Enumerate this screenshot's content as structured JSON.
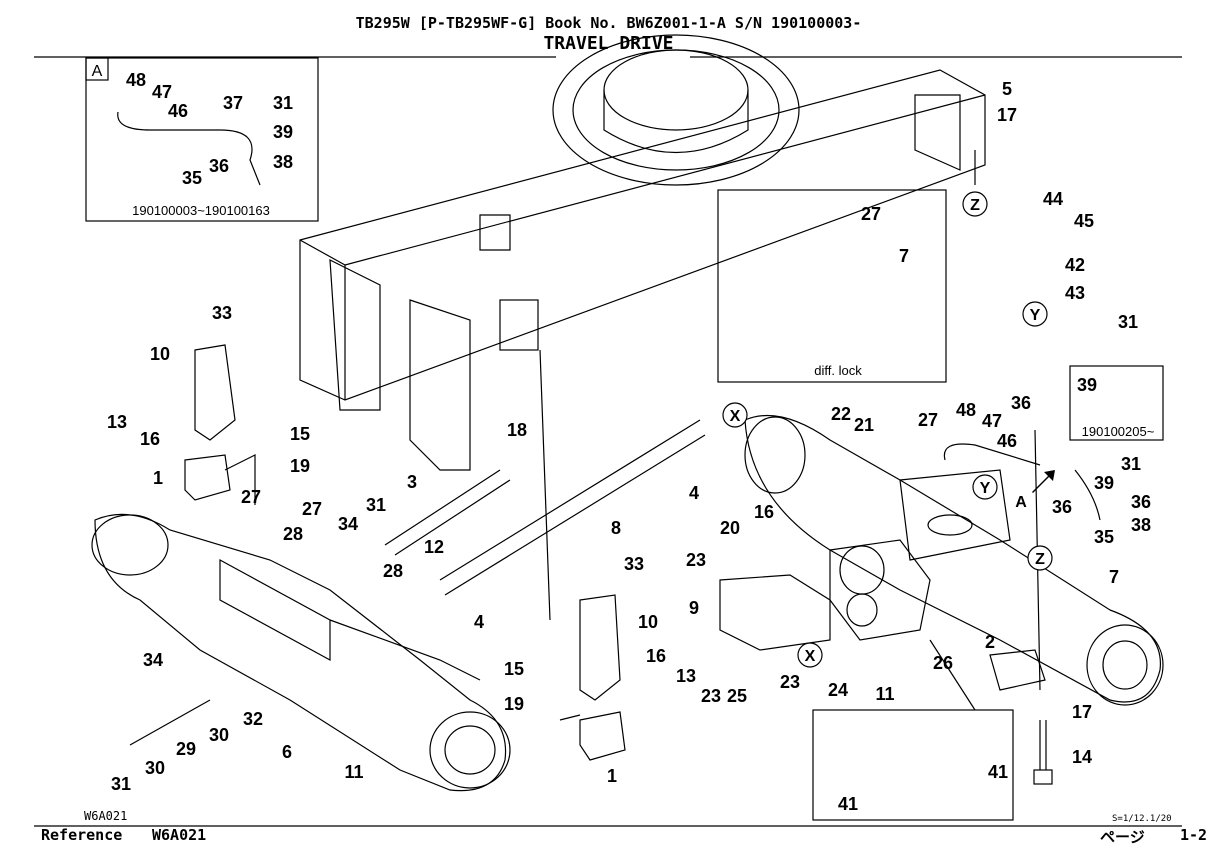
{
  "header": {
    "line1": "TB295W  [P-TB295WF-G]  Book No. BW6Z001-1-A S/N 190100003-",
    "title": "TRAVEL DRIVE"
  },
  "inset_a": {
    "letter": "A",
    "serial_range": "190100003~190100163"
  },
  "inset_serial_b": "190100205~",
  "diff_lock_label": "diff. lock",
  "view_markers": {
    "x": "X",
    "y": "Y",
    "z": "Z",
    "a": "A"
  },
  "callouts": [
    {
      "id": "c48a",
      "text": "48"
    },
    {
      "id": "c47a",
      "text": "47"
    },
    {
      "id": "c46a",
      "text": "46"
    },
    {
      "id": "c37",
      "text": "37"
    },
    {
      "id": "c31a",
      "text": "31"
    },
    {
      "id": "c39a",
      "text": "39"
    },
    {
      "id": "c36a",
      "text": "36"
    },
    {
      "id": "c38a",
      "text": "38"
    },
    {
      "id": "c35a",
      "text": "35"
    },
    {
      "id": "c5",
      "text": "5"
    },
    {
      "id": "c17a",
      "text": "17"
    },
    {
      "id": "c27a",
      "text": "27"
    },
    {
      "id": "c7a",
      "text": "7"
    },
    {
      "id": "c44",
      "text": "44"
    },
    {
      "id": "c45",
      "text": "45"
    },
    {
      "id": "c42",
      "text": "42"
    },
    {
      "id": "c43",
      "text": "43"
    },
    {
      "id": "c31b",
      "text": "31"
    },
    {
      "id": "c39b",
      "text": "39"
    },
    {
      "id": "c33a",
      "text": "33"
    },
    {
      "id": "c10a",
      "text": "10"
    },
    {
      "id": "c13a",
      "text": "13"
    },
    {
      "id": "c16a",
      "text": "16"
    },
    {
      "id": "c15a",
      "text": "15"
    },
    {
      "id": "c19a",
      "text": "19"
    },
    {
      "id": "c1a",
      "text": "1"
    },
    {
      "id": "c18",
      "text": "18"
    },
    {
      "id": "c3",
      "text": "3"
    },
    {
      "id": "c4a",
      "text": "4"
    },
    {
      "id": "c8",
      "text": "8"
    },
    {
      "id": "c22",
      "text": "22"
    },
    {
      "id": "c21",
      "text": "21"
    },
    {
      "id": "c27b",
      "text": "27"
    },
    {
      "id": "c48b",
      "text": "48"
    },
    {
      "id": "c47b",
      "text": "47"
    },
    {
      "id": "c36b",
      "text": "36"
    },
    {
      "id": "c46b",
      "text": "46"
    },
    {
      "id": "c31c",
      "text": "31"
    },
    {
      "id": "c39c",
      "text": "39"
    },
    {
      "id": "c36c",
      "text": "36"
    },
    {
      "id": "c36d",
      "text": "36"
    },
    {
      "id": "c38b",
      "text": "38"
    },
    {
      "id": "c35b",
      "text": "35"
    },
    {
      "id": "c27c",
      "text": "27"
    },
    {
      "id": "c28a",
      "text": "28"
    },
    {
      "id": "c27d",
      "text": "27"
    },
    {
      "id": "c34a",
      "text": "34"
    },
    {
      "id": "c31d",
      "text": "31"
    },
    {
      "id": "c12",
      "text": "12"
    },
    {
      "id": "c28b",
      "text": "28"
    },
    {
      "id": "c16b",
      "text": "16"
    },
    {
      "id": "c20",
      "text": "20"
    },
    {
      "id": "c23a",
      "text": "23"
    },
    {
      "id": "c9",
      "text": "9"
    },
    {
      "id": "c33b",
      "text": "33"
    },
    {
      "id": "c4b",
      "text": "4"
    },
    {
      "id": "c10b",
      "text": "10"
    },
    {
      "id": "c16c",
      "text": "16"
    },
    {
      "id": "c13b",
      "text": "13"
    },
    {
      "id": "c15b",
      "text": "15"
    },
    {
      "id": "c19b",
      "text": "19"
    },
    {
      "id": "c1b",
      "text": "1"
    },
    {
      "id": "c34b",
      "text": "34"
    },
    {
      "id": "c32",
      "text": "32"
    },
    {
      "id": "c30a",
      "text": "30"
    },
    {
      "id": "c29",
      "text": "29"
    },
    {
      "id": "c6",
      "text": "6"
    },
    {
      "id": "c11a",
      "text": "11"
    },
    {
      "id": "c30b",
      "text": "30"
    },
    {
      "id": "c31e",
      "text": "31"
    },
    {
      "id": "c23b",
      "text": "23"
    },
    {
      "id": "c25",
      "text": "25"
    },
    {
      "id": "c23c",
      "text": "23"
    },
    {
      "id": "c24",
      "text": "24"
    },
    {
      "id": "c11b",
      "text": "11"
    },
    {
      "id": "c26",
      "text": "26"
    },
    {
      "id": "c2",
      "text": "2"
    },
    {
      "id": "c7b",
      "text": "7"
    },
    {
      "id": "c17b",
      "text": "17"
    },
    {
      "id": "c14",
      "text": "14"
    },
    {
      "id": "c41a",
      "text": "41"
    },
    {
      "id": "c41b",
      "text": "41"
    }
  ],
  "footer": {
    "code_small": "W6A021",
    "reference_label": "Reference",
    "reference_code": "W6A021",
    "scale": "S=1/12.1/20",
    "page_label": "ページ",
    "page_number": "1-2"
  }
}
